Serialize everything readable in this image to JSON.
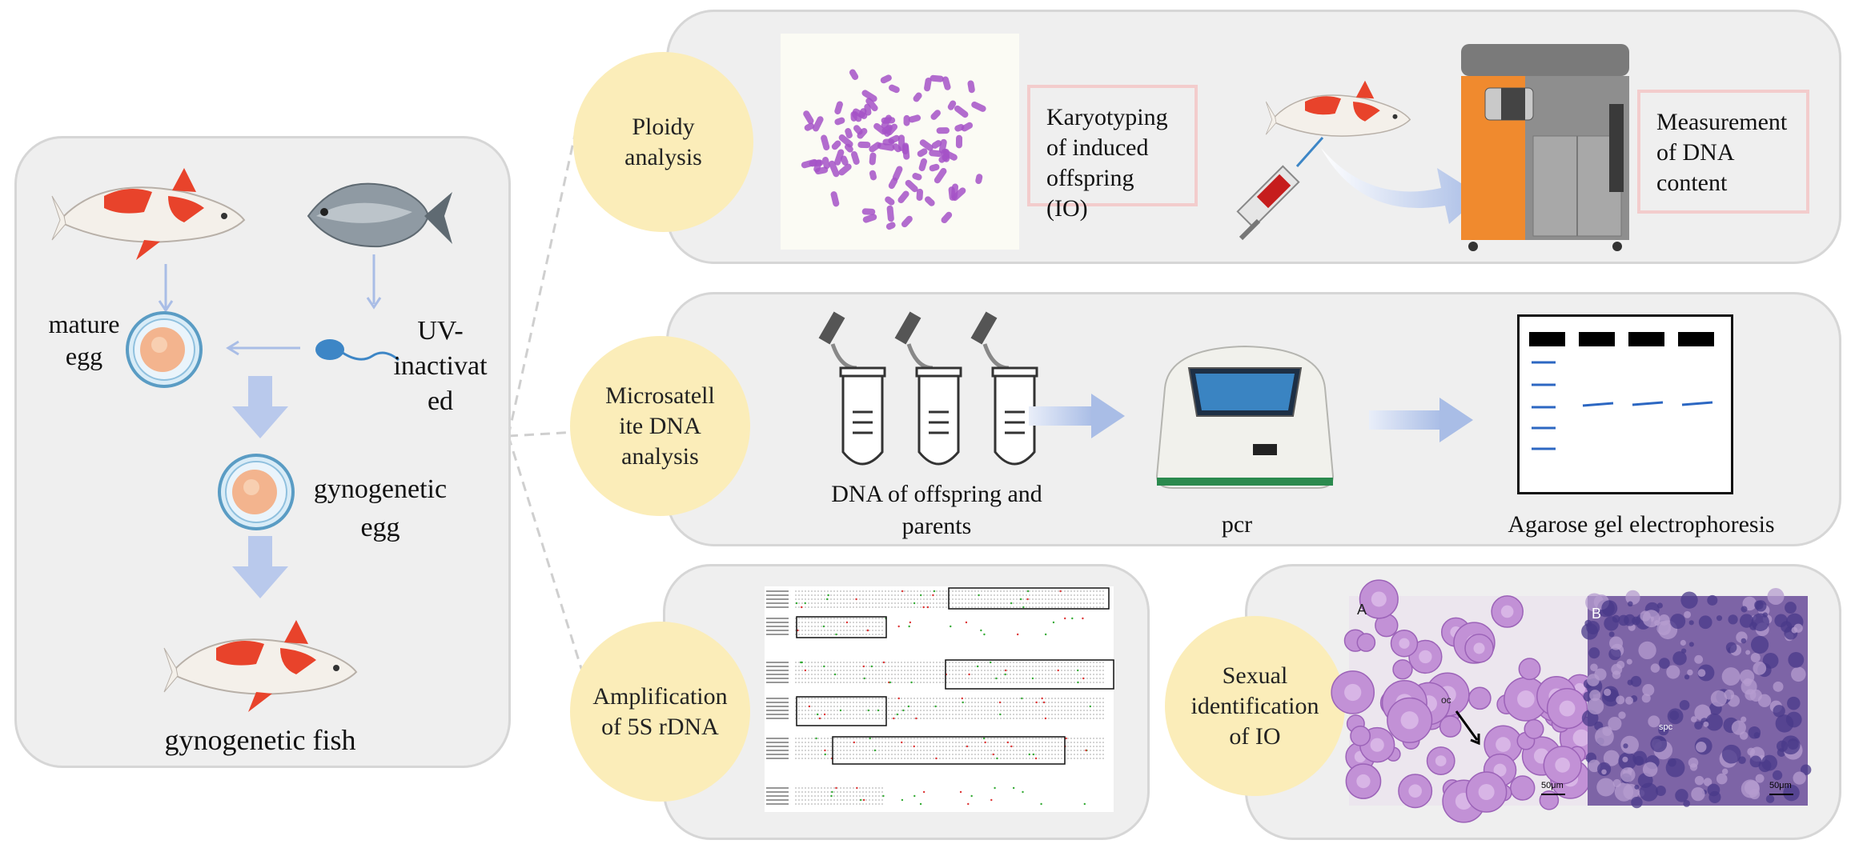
{
  "left_panel": {
    "mature_egg": "mature\negg",
    "uv_inactivated": "UV-\ninactivat\ned",
    "gynogenetic_egg": "gynogenetic\negg",
    "gynogenetic_fish": "gynogenetic fish"
  },
  "ploidy": {
    "circle": "Ploidy\nanalysis",
    "karyotyping": "Karyotyping\nof induced\noffspring (IO)",
    "measurement": "Measurement\nof DNA\ncontent"
  },
  "microsatellite": {
    "circle": "Microsatell\nite DNA\nanalysis",
    "dna_caption": "DNA of offspring and\nparents",
    "pcr_caption": "pcr",
    "gel_caption": "Agarose gel electrophoresis"
  },
  "amplification": {
    "circle": "Amplification\nof 5S rDNA"
  },
  "sexual": {
    "circle": "Sexual\nidentification\nof IO",
    "panel_a": "A",
    "panel_b": "B",
    "oc_label": "oc",
    "spc_label": "spc",
    "scale_a": "50μm",
    "scale_b": "50μm"
  },
  "colors": {
    "circle_fill": "#fbedb9",
    "panel_fill": "#efefef",
    "arrow_blue": "#b9c9ec",
    "koi_red": "#e8432b",
    "histo_purple": "#c291d6"
  }
}
